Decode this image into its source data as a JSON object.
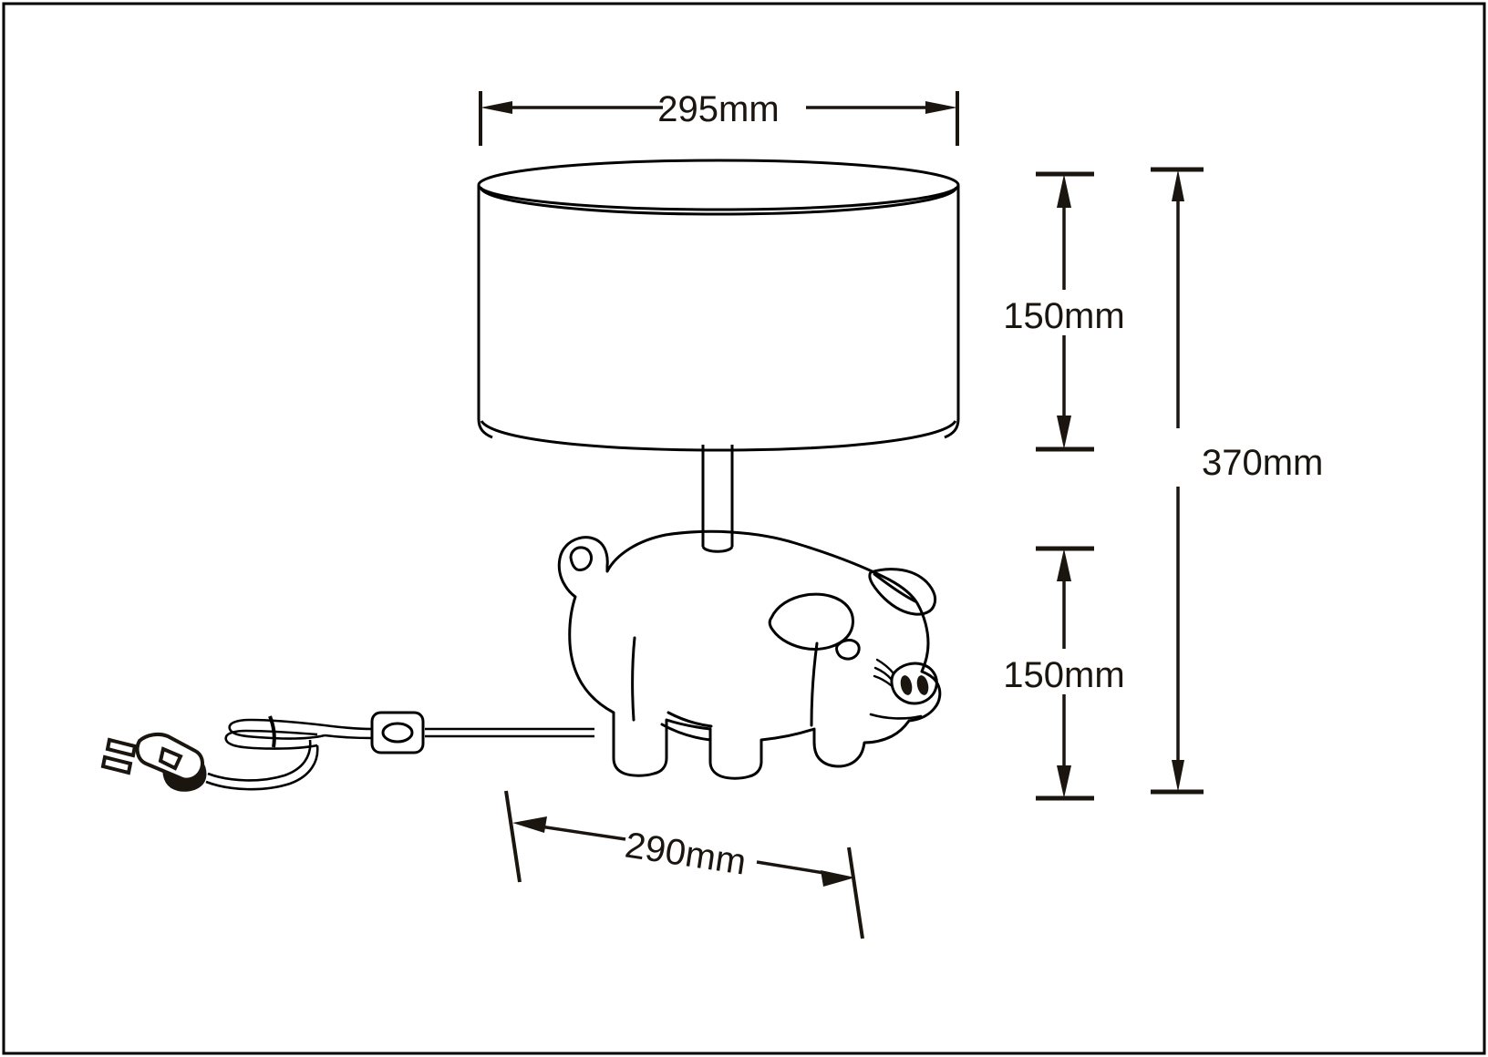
{
  "drawing": {
    "title": "Pig table lamp technical dimension drawing",
    "border_color": "#000000",
    "line_color": "#1b1510",
    "outline_color": "#000000",
    "background": "#ffffff",
    "units": "mm"
  },
  "dimensions": {
    "shade_width": {
      "label": "295mm",
      "value": 295,
      "unit": "mm",
      "orientation": "horizontal",
      "position": "top",
      "measures": "lampshade diameter"
    },
    "shade_height": {
      "label": "150mm",
      "value": 150,
      "unit": "mm",
      "orientation": "vertical",
      "position": "right-upper",
      "measures": "lampshade height"
    },
    "base_height": {
      "label": "150mm",
      "value": 150,
      "unit": "mm",
      "orientation": "vertical",
      "position": "right-lower",
      "measures": "pig base height"
    },
    "total_height": {
      "label": "370mm",
      "value": 370,
      "unit": "mm",
      "orientation": "vertical",
      "position": "far-right",
      "measures": "overall lamp height"
    },
    "base_length": {
      "label": "290mm",
      "value": 290,
      "unit": "mm",
      "orientation": "slanted",
      "position": "bottom",
      "measures": "pig base length"
    }
  },
  "parts": {
    "lampshade": "cylindrical-lamp-shade",
    "stem": "lamp-stem",
    "base": "pig-figurine-base",
    "cord": "power-cord",
    "switch": "inline-rocker-switch",
    "plug": "two-prong-power-plug",
    "tail": "pig-tail",
    "ear": "pig-ear",
    "eye": "pig-eye",
    "snout": "pig-snout",
    "marking": "pig-shoulder-marking"
  }
}
